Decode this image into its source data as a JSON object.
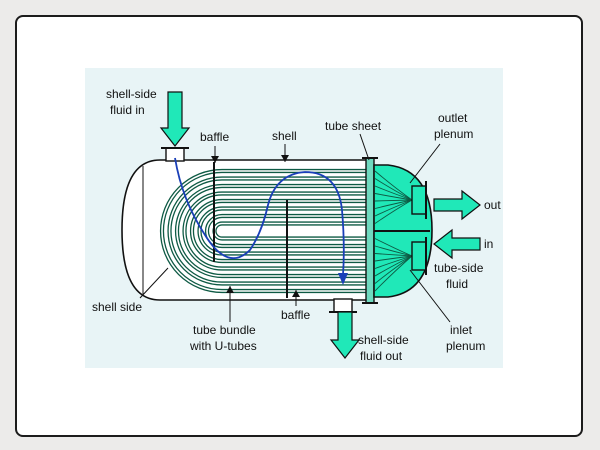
{
  "labels": {
    "shell_side_fluid_in": [
      "shell-side",
      "fluid in"
    ],
    "baffle_top": "baffle",
    "shell": "shell",
    "tube_sheet": "tube sheet",
    "outlet_plenum": [
      "outlet",
      "plenum"
    ],
    "out": "out",
    "in": "in",
    "tube_side_fluid": [
      "tube-side",
      "fluid"
    ],
    "shell_side": "shell side",
    "tube_bundle": [
      "tube bundle",
      "with U-tubes"
    ],
    "baffle_bottom": "baffle",
    "shell_side_fluid_out": [
      "shell-side",
      "fluid out"
    ],
    "inlet_plenum": [
      "inlet",
      "plenum"
    ]
  },
  "colors": {
    "fluid": "#20e8b8",
    "shell_fill": "#ffffff",
    "panel": "#e8f4f6",
    "tube": "#0e5a44",
    "flow": "#1a3fb8",
    "line": "#111111"
  }
}
